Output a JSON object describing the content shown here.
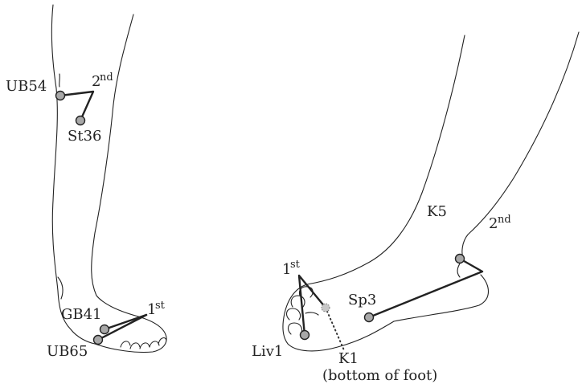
{
  "labels": {
    "ub54": "UB54",
    "st36": "St36",
    "second_left": "2",
    "second_left_sup": "nd",
    "gb41": "GB41",
    "ub65": "UB65",
    "first_left": "1",
    "first_left_sup": "st",
    "k5": "K5",
    "second_right": "2",
    "second_right_sup": "nd",
    "first_right": "1",
    "first_right_sup": "st",
    "sp3": "Sp3",
    "liv1": "Liv1",
    "k1": "K1",
    "k1_note": "(bottom of foot)"
  },
  "colors": {
    "line": "#222222",
    "point_fill": "#a8a8a8"
  }
}
